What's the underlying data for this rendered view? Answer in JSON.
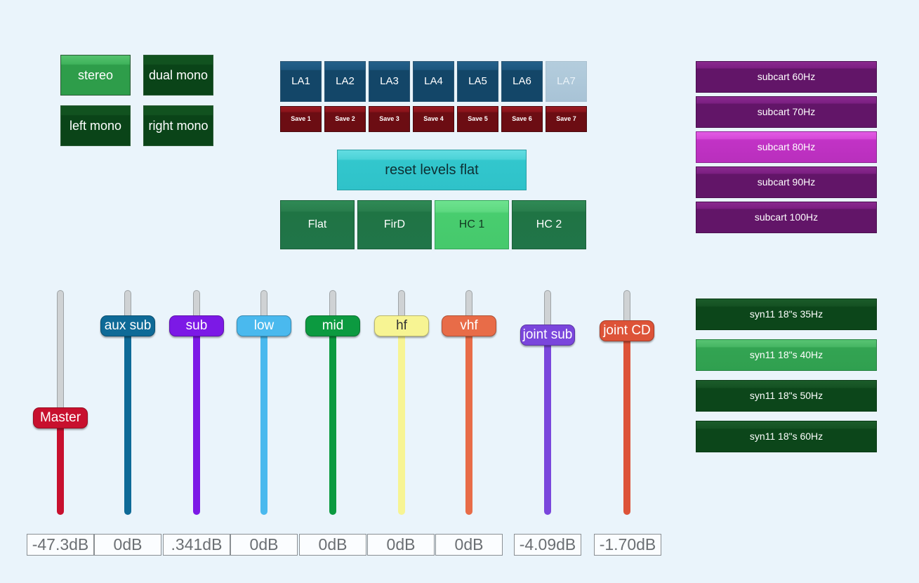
{
  "mode_buttons": [
    {
      "label": "stereo",
      "active": true
    },
    {
      "label": "dual mono",
      "active": false
    },
    {
      "label": "left mono",
      "active": false
    },
    {
      "label": "right mono",
      "active": false
    }
  ],
  "la_presets": [
    {
      "label": "LA1",
      "save": "Save 1"
    },
    {
      "label": "LA2",
      "save": "Save 2"
    },
    {
      "label": "LA3",
      "save": "Save 3"
    },
    {
      "label": "LA4",
      "save": "Save 4"
    },
    {
      "label": "LA5",
      "save": "Save 5"
    },
    {
      "label": "LA6",
      "save": "Save 6"
    },
    {
      "label": "LA7",
      "save": "Save 7",
      "dim": true
    }
  ],
  "reset_label": "reset levels flat",
  "eq_presets": [
    {
      "label": "Flat",
      "active": false
    },
    {
      "label": "FirD",
      "active": false
    },
    {
      "label": "HC 1",
      "active": true
    },
    {
      "label": "HC 2",
      "active": false
    }
  ],
  "subcart": [
    {
      "label": "subcart 60Hz",
      "active": false
    },
    {
      "label": "subcart 70Hz",
      "active": false
    },
    {
      "label": "subcart 80Hz",
      "active": true
    },
    {
      "label": "subcart 90Hz",
      "active": false
    },
    {
      "label": "subcart 100Hz",
      "active": false
    }
  ],
  "syn": [
    {
      "label": "syn11 18\"s 35Hz",
      "active": false
    },
    {
      "label": "syn11 18\"s 40Hz",
      "active": true
    },
    {
      "label": "syn11 18\"s 50Hz",
      "active": false
    },
    {
      "label": "syn11 18\"s 60Hz",
      "active": false
    }
  ],
  "faders": [
    {
      "label": "Master",
      "value": "-47.3dB",
      "level": 0.43,
      "color": "#c8102e",
      "text_color": "#ffffff"
    },
    {
      "label": "aux sub",
      "value": "0dB",
      "level": 0.84,
      "color": "#0e6a97",
      "text_color": "#ffffff"
    },
    {
      "label": "sub",
      "value": ".341dB",
      "level": 0.84,
      "color": "#7c19e6",
      "text_color": "#ffffff"
    },
    {
      "label": "low",
      "value": "0dB",
      "level": 0.84,
      "color": "#4ab9ee",
      "text_color": "#ffffff"
    },
    {
      "label": "mid",
      "value": "0dB",
      "level": 0.84,
      "color": "#0c9a40",
      "text_color": "#ffffff"
    },
    {
      "label": "hf",
      "value": "0dB",
      "level": 0.84,
      "color": "#f7f493",
      "text_color": "#333333"
    },
    {
      "label": "vhf",
      "value": "0dB",
      "level": 0.84,
      "color": "#e86c48",
      "text_color": "#ffffff"
    },
    {
      "label": "joint sub",
      "value": "-4.09dB",
      "level": 0.8,
      "color": "#7a46dc",
      "text_color": "#ffffff"
    },
    {
      "label": "joint CD",
      "value": "-1.70dB",
      "level": 0.82,
      "color": "#dd5338",
      "text_color": "#ffffff"
    }
  ]
}
